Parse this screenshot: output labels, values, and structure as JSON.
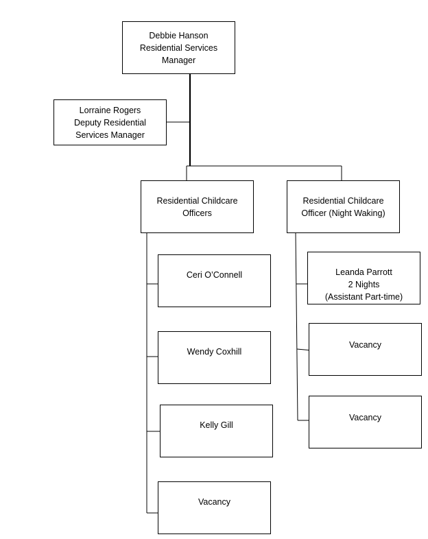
{
  "chart": {
    "manager": {
      "name": "Debbie Hanson",
      "title_line1": "Residential Services",
      "title_line2": "Manager"
    },
    "deputy": {
      "name": "Lorraine Rogers",
      "title_line1": "Deputy Residential",
      "title_line2": "Services Manager"
    },
    "officers_group": {
      "line1": "Residential Childcare",
      "line2": "Officers"
    },
    "night_group": {
      "line1": "Residential Childcare",
      "line2": "Officer (Night Waking)"
    },
    "officers": [
      {
        "name": "Ceri O’Connell"
      },
      {
        "name": "Wendy Coxhill"
      },
      {
        "name": "Kelly Gill"
      },
      {
        "name": "Vacancy"
      }
    ],
    "night_officers": [
      {
        "name": "Leanda Parrott",
        "detail1": "2 Nights",
        "detail2": "(Assistant Part-time)"
      },
      {
        "name": "Vacancy"
      },
      {
        "name": "Vacancy"
      }
    ]
  },
  "colors": {
    "line": "#000000",
    "box_border": "#000000",
    "background": "#ffffff"
  }
}
